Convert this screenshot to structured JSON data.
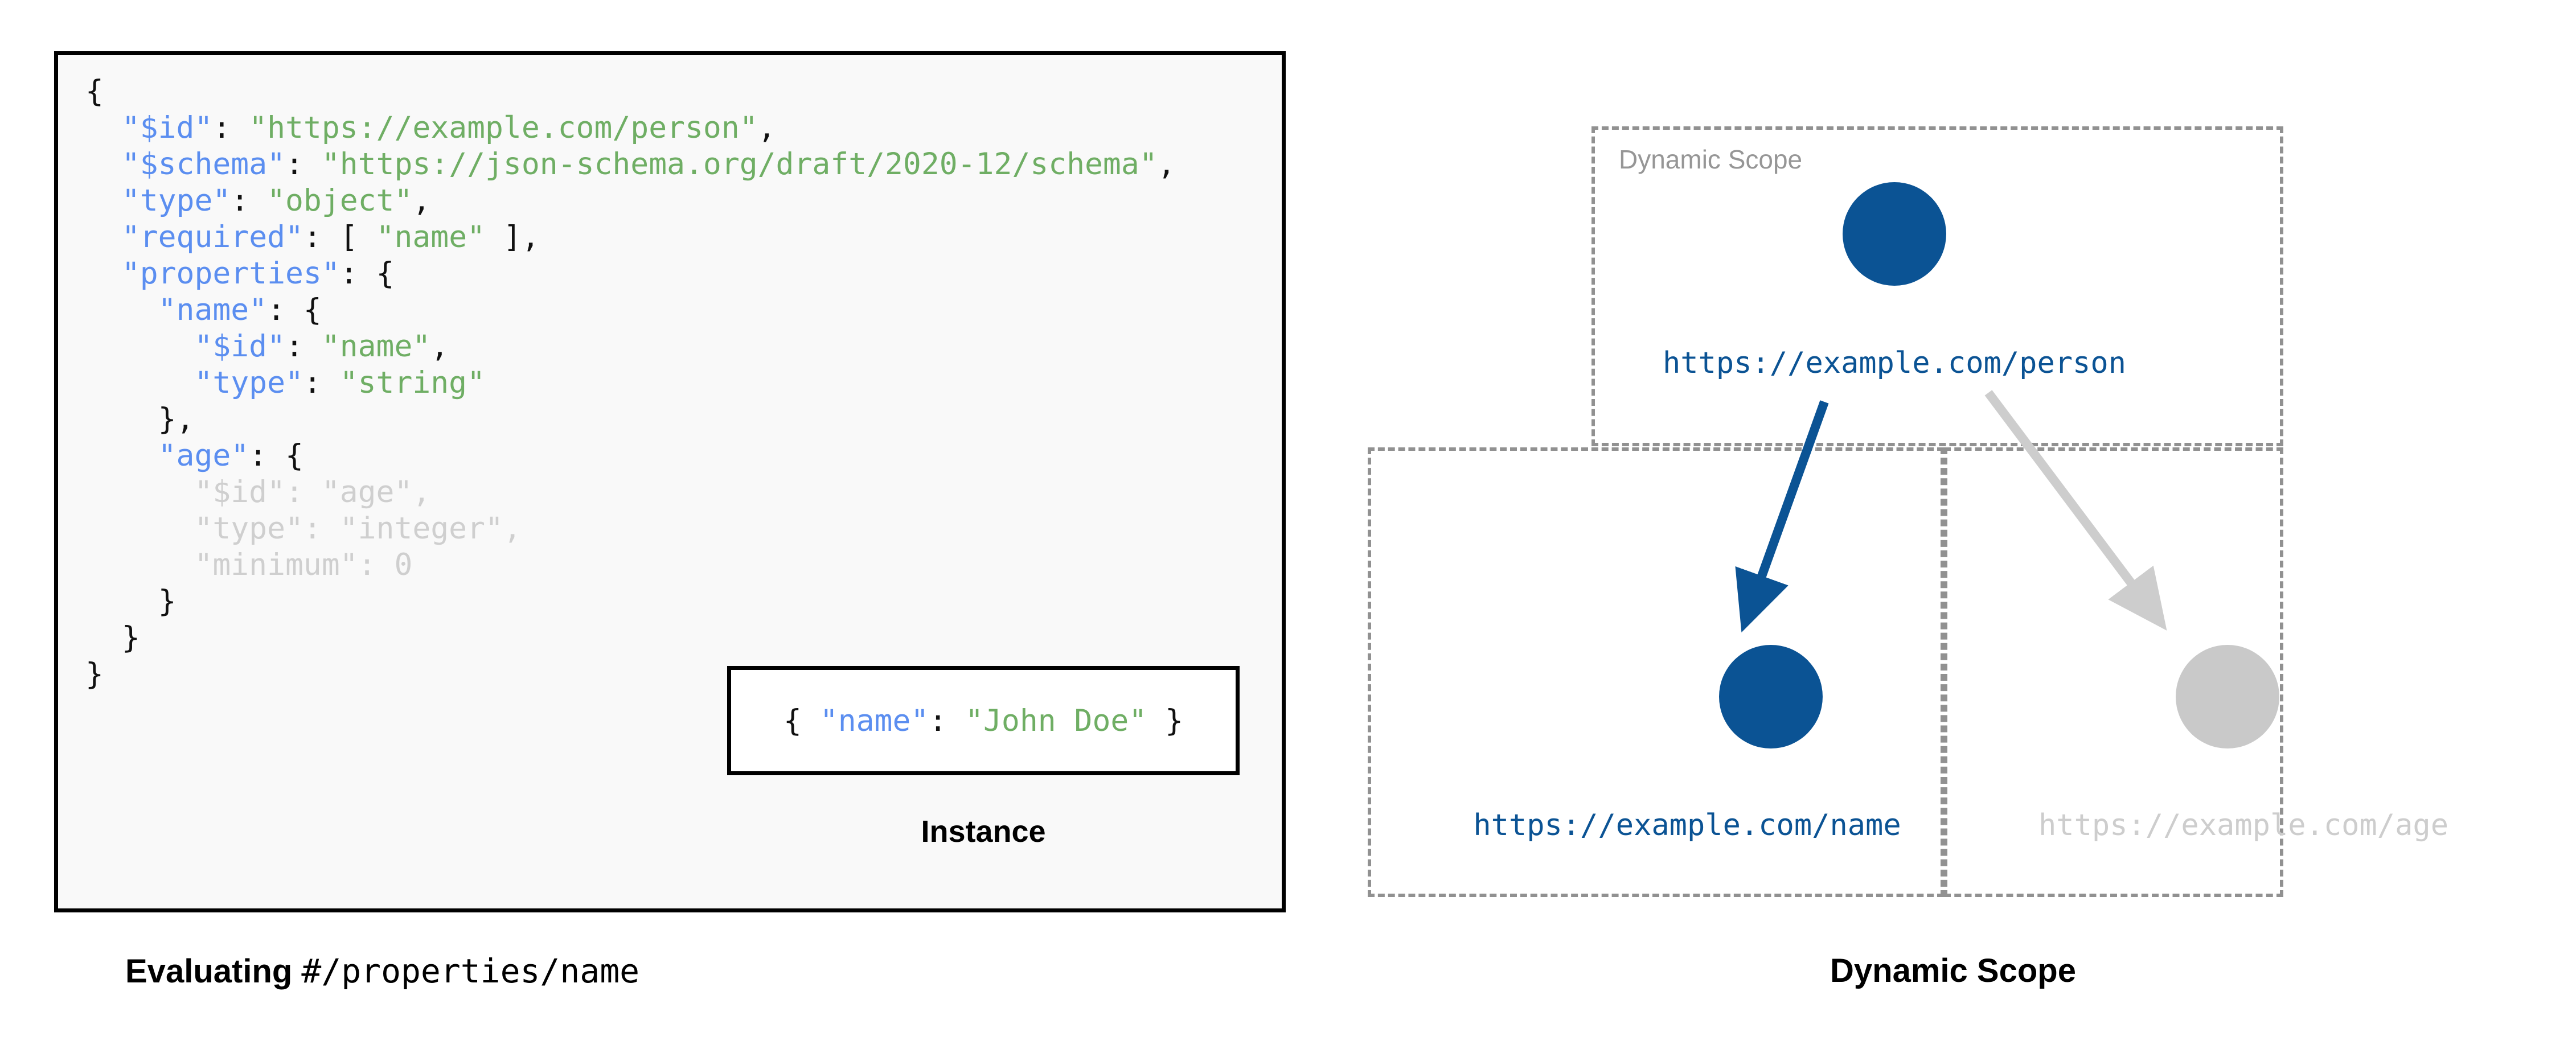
{
  "left_panel": {
    "code_lines": [
      {
        "indent": 0,
        "dim": false,
        "tokens": [
          {
            "t": "{",
            "c": "p"
          }
        ]
      },
      {
        "indent": 1,
        "dim": false,
        "tokens": [
          {
            "t": "\"$id\"",
            "c": "k"
          },
          {
            "t": ": ",
            "c": "p"
          },
          {
            "t": "\"https://example.com/person\"",
            "c": "s"
          },
          {
            "t": ",",
            "c": "p"
          }
        ]
      },
      {
        "indent": 1,
        "dim": false,
        "tokens": [
          {
            "t": "\"$schema\"",
            "c": "k"
          },
          {
            "t": ": ",
            "c": "p"
          },
          {
            "t": "\"https://json-schema.org/draft/2020-12/schema\"",
            "c": "s"
          },
          {
            "t": ",",
            "c": "p"
          }
        ]
      },
      {
        "indent": 1,
        "dim": false,
        "tokens": [
          {
            "t": "\"type\"",
            "c": "k"
          },
          {
            "t": ": ",
            "c": "p"
          },
          {
            "t": "\"object\"",
            "c": "s"
          },
          {
            "t": ",",
            "c": "p"
          }
        ]
      },
      {
        "indent": 1,
        "dim": false,
        "tokens": [
          {
            "t": "\"required\"",
            "c": "k"
          },
          {
            "t": ": [ ",
            "c": "p"
          },
          {
            "t": "\"name\"",
            "c": "s"
          },
          {
            "t": " ],",
            "c": "p"
          }
        ]
      },
      {
        "indent": 1,
        "dim": false,
        "tokens": [
          {
            "t": "\"properties\"",
            "c": "k"
          },
          {
            "t": ": {",
            "c": "p"
          }
        ]
      },
      {
        "indent": 2,
        "dim": false,
        "tokens": [
          {
            "t": "\"name\"",
            "c": "k"
          },
          {
            "t": ": {",
            "c": "p"
          }
        ]
      },
      {
        "indent": 3,
        "dim": false,
        "tokens": [
          {
            "t": "\"$id\"",
            "c": "k"
          },
          {
            "t": ": ",
            "c": "p"
          },
          {
            "t": "\"name\"",
            "c": "s"
          },
          {
            "t": ",",
            "c": "p"
          }
        ]
      },
      {
        "indent": 3,
        "dim": false,
        "tokens": [
          {
            "t": "\"type\"",
            "c": "k"
          },
          {
            "t": ": ",
            "c": "p"
          },
          {
            "t": "\"string\"",
            "c": "s"
          }
        ]
      },
      {
        "indent": 2,
        "dim": false,
        "tokens": [
          {
            "t": "},",
            "c": "p"
          }
        ]
      },
      {
        "indent": 2,
        "dim": false,
        "tokens": [
          {
            "t": "\"age\"",
            "c": "k"
          },
          {
            "t": ": {",
            "c": "p"
          }
        ]
      },
      {
        "indent": 3,
        "dim": true,
        "tokens": [
          {
            "t": "\"$id\"",
            "c": "k"
          },
          {
            "t": ": ",
            "c": "p"
          },
          {
            "t": "\"age\"",
            "c": "s"
          },
          {
            "t": ",",
            "c": "p"
          }
        ]
      },
      {
        "indent": 3,
        "dim": true,
        "tokens": [
          {
            "t": "\"type\"",
            "c": "k"
          },
          {
            "t": ": ",
            "c": "p"
          },
          {
            "t": "\"integer\"",
            "c": "s"
          },
          {
            "t": ",",
            "c": "p"
          }
        ]
      },
      {
        "indent": 3,
        "dim": true,
        "tokens": [
          {
            "t": "\"minimum\"",
            "c": "k"
          },
          {
            "t": ": 0",
            "c": "p"
          }
        ]
      },
      {
        "indent": 2,
        "dim": false,
        "tokens": [
          {
            "t": "}",
            "c": "p"
          }
        ]
      },
      {
        "indent": 1,
        "dim": false,
        "tokens": [
          {
            "t": "}",
            "c": "p"
          }
        ]
      },
      {
        "indent": 0,
        "dim": false,
        "tokens": [
          {
            "t": "}",
            "c": "p"
          }
        ]
      }
    ],
    "instance": {
      "code_tokens": [
        {
          "t": "{ ",
          "c": "p"
        },
        {
          "t": "\"name\"",
          "c": "k"
        },
        {
          "t": ": ",
          "c": "p"
        },
        {
          "t": "\"John Doe\"",
          "c": "s"
        },
        {
          "t": " }",
          "c": "p"
        }
      ],
      "label": "Instance"
    },
    "caption_bold": "Evaluating ",
    "caption_mono": "#/properties/name"
  },
  "right_panel": {
    "title": "Dynamic Scope",
    "scope_label": "Dynamic Scope",
    "nodes": [
      {
        "id": "person",
        "label": "https://example.com/person",
        "color": "#0b5394",
        "active": true
      },
      {
        "id": "name",
        "label": "https://example.com/name",
        "color": "#0b5394",
        "active": true
      },
      {
        "id": "age",
        "label": "https://example.com/age",
        "color": "#c9c9c9",
        "active": false
      }
    ],
    "edges": [
      {
        "from": "person",
        "to": "name",
        "color": "#0b5394",
        "active": true
      },
      {
        "from": "person",
        "to": "age",
        "color": "#cdcdcd",
        "active": false
      }
    ]
  },
  "colors": {
    "accent_blue": "#0b5394",
    "muted_grey": "#c9c9c9",
    "json_key": "#5b8ef0",
    "json_string": "#6fae64",
    "dashed_border": "#919191",
    "code_bg": "#f9f9f9"
  }
}
